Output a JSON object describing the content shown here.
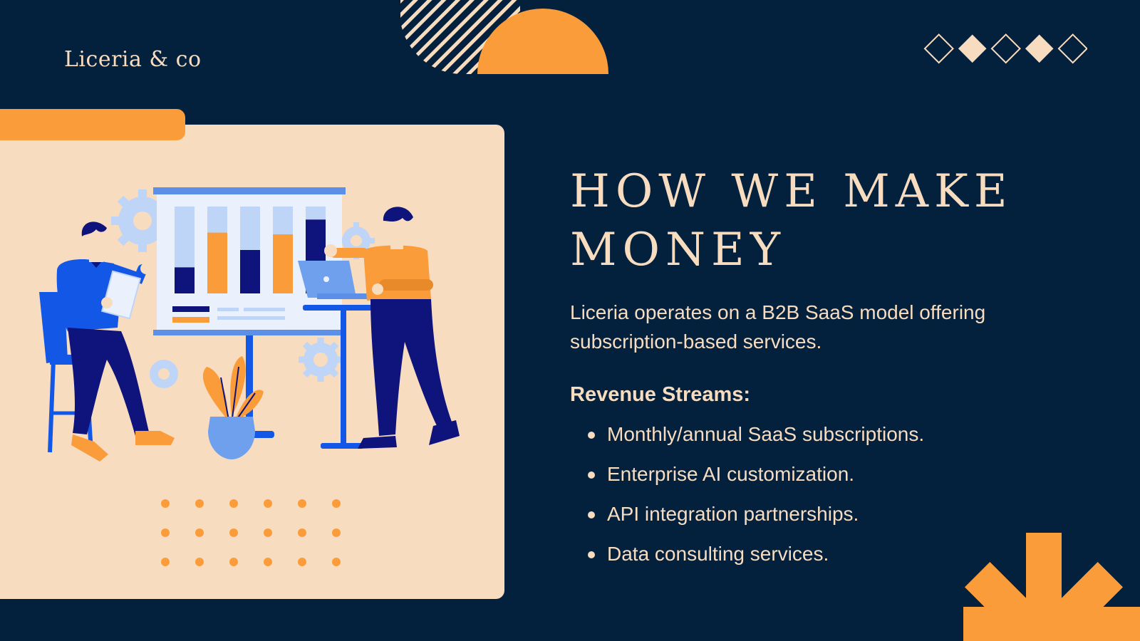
{
  "brand": {
    "name": "Liceria & co"
  },
  "slide": {
    "title_line1": "HOW WE MAKE",
    "title_line2": "MONEY",
    "description": "Liceria operates on a B2B SaaS model offering subscription-based services.",
    "streams_heading": "Revenue Streams:",
    "streams": [
      "Monthly/annual SaaS subscriptions.",
      "Enterprise AI customization.",
      "API integration partnerships.",
      "Data consulting services."
    ]
  },
  "illustration": {
    "name": "team-presentation-illustration",
    "bars": [
      0.3,
      0.7,
      0.5,
      0.68,
      0.85
    ]
  },
  "colors": {
    "background": "#03203d",
    "card": "#f7dcc0",
    "accent": "#fb9c3a",
    "text": "#f7dcc0",
    "navy": "#0f137c",
    "blue": "#1357e6",
    "light_blue": "#bfd5f7"
  },
  "icons": [
    "diamond-icon",
    "gear-icon",
    "bullet-icon",
    "asterisk-shape"
  ]
}
